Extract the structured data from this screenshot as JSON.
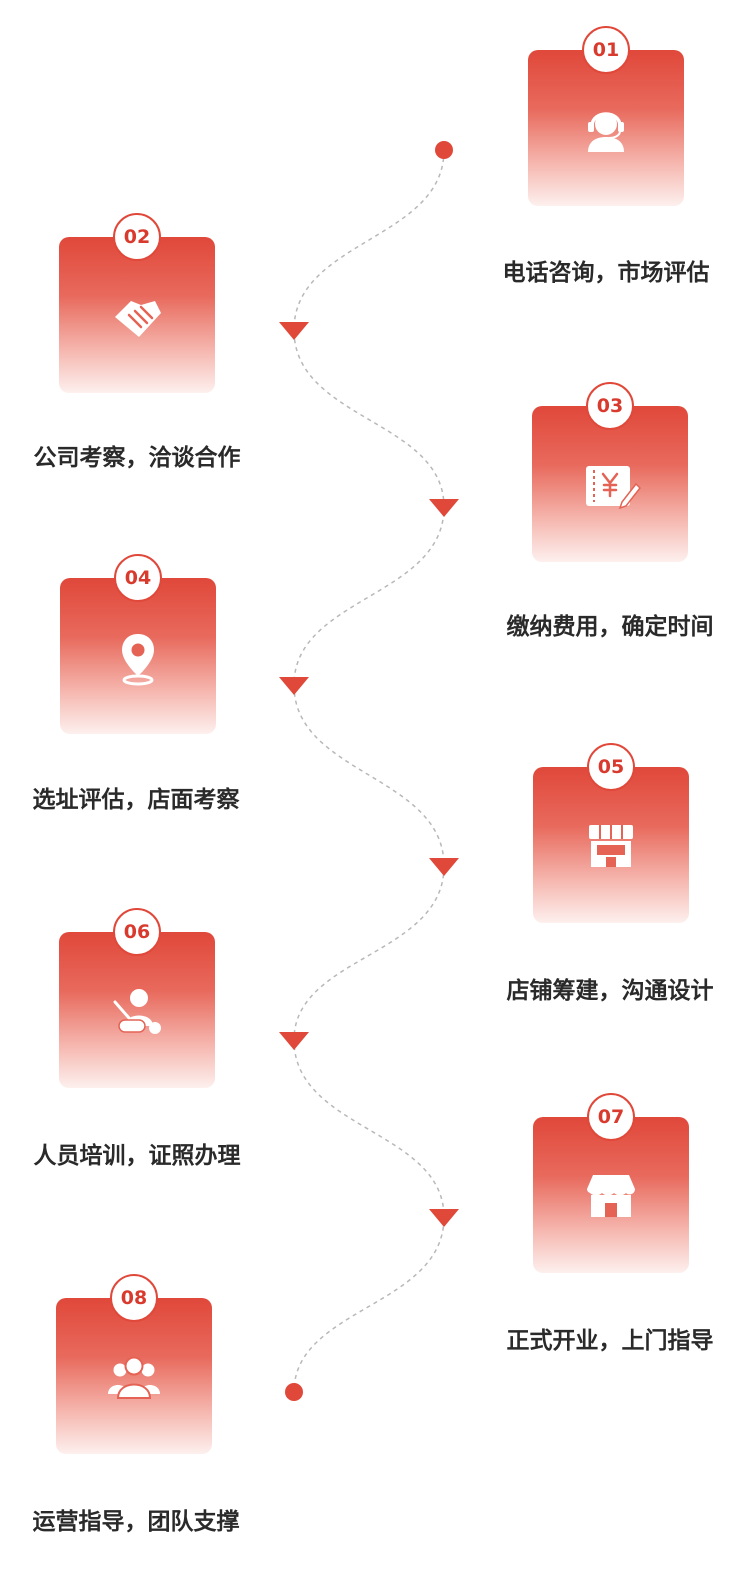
{
  "steps": [
    {
      "num": "01",
      "label": "电话咨询，市场评估",
      "icon": "headset-icon"
    },
    {
      "num": "02",
      "label": "公司考察，洽谈合作",
      "icon": "handshake-icon"
    },
    {
      "num": "03",
      "label": "缴纳费用，确定时间",
      "icon": "payment-edit-icon"
    },
    {
      "num": "04",
      "label": "选址评估，店面考察",
      "icon": "location-pin-icon"
    },
    {
      "num": "05",
      "label": "店铺筹建，沟通设计",
      "icon": "storefront-icon"
    },
    {
      "num": "06",
      "label": "人员培训，证照办理",
      "icon": "trainer-icon"
    },
    {
      "num": "07",
      "label": "正式开业，上门指导",
      "icon": "shop-icon"
    },
    {
      "num": "08",
      "label": "运营指导，团队支撑",
      "icon": "team-icon"
    }
  ],
  "colors": {
    "accent": "#e0483a",
    "badge_text": "#d93a2e",
    "label_text": "#2a2a2a",
    "path_line": "#b8b8b8"
  }
}
